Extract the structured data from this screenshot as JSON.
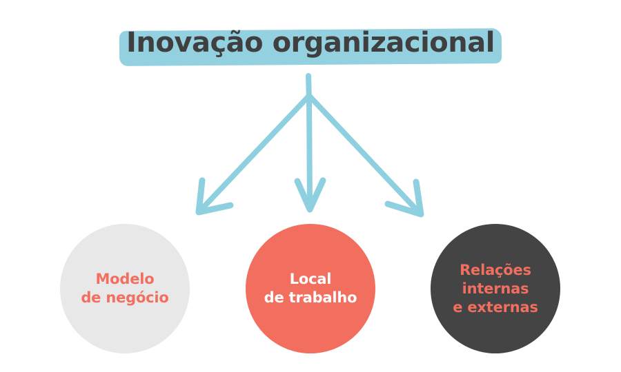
{
  "title": "Inovação organizacional",
  "nodes": [
    {
      "label": "Modelo\nde negócio",
      "fill": "#e8e8e8",
      "text_color": "#f26f60"
    },
    {
      "label": "Local\nde trabalho",
      "fill": "#f26f60",
      "text_color": "#ffffff"
    },
    {
      "label": "Relações\ninternas\ne externas",
      "fill": "#444444",
      "text_color": "#f26f60"
    }
  ],
  "colors": {
    "highlight": "#93d1e0",
    "arrow": "#8ed0df",
    "title_text": "#3f3f3f"
  }
}
